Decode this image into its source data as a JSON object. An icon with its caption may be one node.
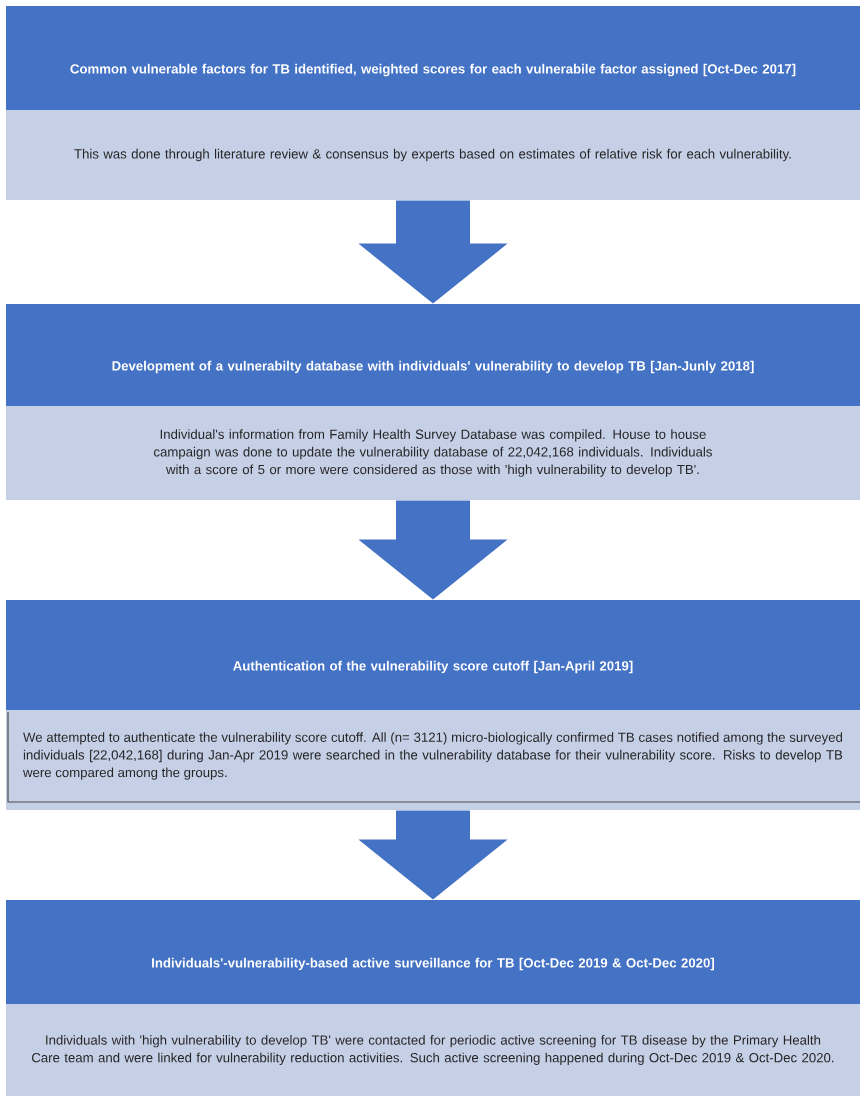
{
  "diagram": {
    "nodes": [
      {
        "text": [
          "Common vulnerable factors for TB identified, weighted scores for each vulnerabile factor assigned [Oct-Dec 2017]",
          "This was done through literature review & consensus by experts based on estimates of relative risk for each vulnerability."
        ]
      },
      {
        "text": [
          "Development of a vulnerabilty database with individuals' vulnerability to develop TB [Jan-Junly 2018]",
          "Individual's information from Family Health Survey Database was compiled.  House to house campaign was done to update the vulnerability database of 22,042,168 individuals. Individuals with a score of 5 or more were considered as those with 'high vulnerability to develop TB'."
        ]
      },
      {
        "text": [
          "Authentication of the vulnerability score cutoff [Jan-April 2019]",
          "We attempted to authenticate the vulnerability score cutoff. All (n= 3121) micro-biologically confirmed TB cases notified among the surveyed individuals [22,042,168] during Jan-Apr 2019 were searched in the vulnerability database for their vulnerability score. Risks to develop TB were compared among the groups."
        ]
      },
      {
        "text": [
          "Individuals'-vulnerability-based active surveillance for TB [Oct-Dec 2019 & Oct-Dec 2020]",
          "Individuals with 'high vulnerability to develop TB' were contacted for periodic active screening for TB disease by the Primary Health Care team and were linked for vulnerability reduction activities. Such active screening  happened during Oct-Dec 2019 & Oct-Dec 2020."
        ]
      }
    ],
    "edges": [
      {
        "from": 0,
        "to": 1,
        "arrow": "to"
      },
      {
        "from": 1,
        "to": 2,
        "arrow": "to"
      },
      {
        "from": 2,
        "to": 3,
        "arrow": "to"
      }
    ]
  }
}
